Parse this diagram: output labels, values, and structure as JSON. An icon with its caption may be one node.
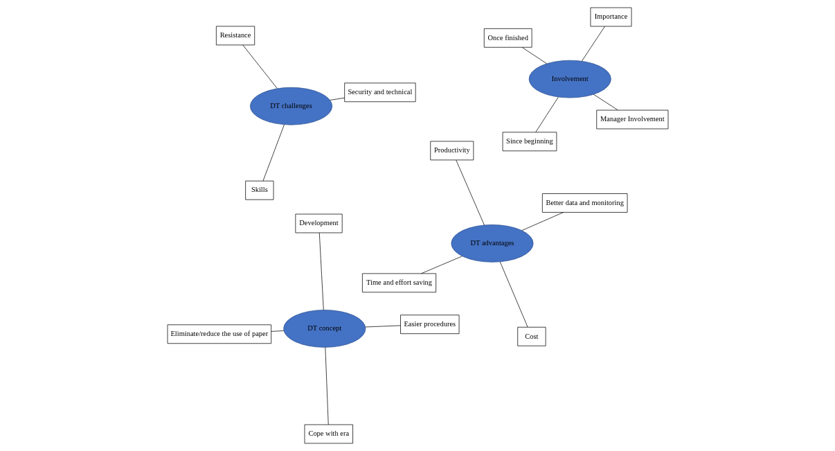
{
  "diagram": {
    "nodes": [
      {
        "text": [
          "Eliminate/reduce the use of paper"
        ]
      },
      {
        "text": [
          "Easier procedures"
        ]
      },
      {
        "text": [
          "Cope with era"
        ]
      },
      {
        "text": [
          "Development"
        ]
      },
      {
        "text": [
          "DT concept"
        ]
      },
      {
        "text": [
          "Time and effort saving"
        ]
      },
      {
        "text": [
          "DT advantages"
        ]
      },
      {
        "text": [
          "Involvement"
        ]
      },
      {
        "text": [
          "Manager Involvement"
        ]
      },
      {
        "text": [
          "Cost"
        ]
      },
      {
        "text": [
          "Since beginning"
        ]
      },
      {
        "text": [
          "Productivity"
        ]
      },
      {
        "text": [
          "DT challenges"
        ]
      },
      {
        "text": [
          "Better data and monitoring"
        ]
      },
      {
        "text": [
          "Once finished"
        ]
      },
      {
        "text": [
          "Importance"
        ]
      },
      {
        "text": [
          "Security and technical"
        ]
      },
      {
        "text": [
          "Skills"
        ]
      },
      {
        "text": [
          "Resistance"
        ]
      }
    ],
    "edges": [
      {
        "from": 4,
        "to": 0,
        "arrow": "none"
      },
      {
        "from": 4,
        "to": 2,
        "arrow": "none"
      },
      {
        "from": 4,
        "to": 1,
        "arrow": "none"
      },
      {
        "from": 4,
        "to": 3,
        "arrow": "none"
      },
      {
        "from": 6,
        "to": 5,
        "arrow": "none"
      },
      {
        "from": 6,
        "to": 9,
        "arrow": "none"
      },
      {
        "from": 6,
        "to": 11,
        "arrow": "none"
      },
      {
        "from": 6,
        "to": 13,
        "arrow": "none"
      },
      {
        "from": 7,
        "to": 8,
        "arrow": "none"
      },
      {
        "from": 7,
        "to": 10,
        "arrow": "none"
      },
      {
        "from": 7,
        "to": 14,
        "arrow": "none"
      },
      {
        "from": 7,
        "to": 15,
        "arrow": "none"
      },
      {
        "from": 12,
        "to": 16,
        "arrow": "none"
      },
      {
        "from": 12,
        "to": 18,
        "arrow": "none"
      },
      {
        "from": 12,
        "to": 17,
        "arrow": "none"
      }
    ]
  }
}
